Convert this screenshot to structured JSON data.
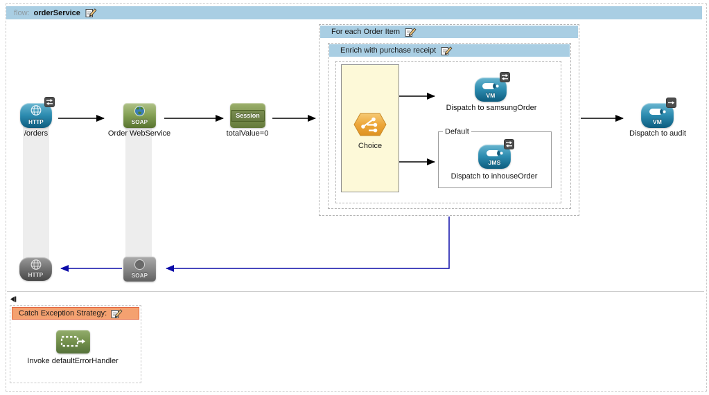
{
  "flow": {
    "keyword": "flow:",
    "name": "orderService"
  },
  "containers": {
    "foreach": {
      "title": "For each Order Item"
    },
    "enrich": {
      "title": "Enrich with purchase receipt"
    },
    "default_group": {
      "title": "Default"
    },
    "catch": {
      "title": "Catch Exception Strategy:"
    }
  },
  "nodes": {
    "http_in": {
      "icon": "HTTP",
      "label": "/orders"
    },
    "soap_ws": {
      "icon": "SOAP",
      "label": "Order WebService"
    },
    "session": {
      "icon": "Session",
      "label": "totalValue=0"
    },
    "choice": {
      "label": "Choice"
    },
    "vm_samsung": {
      "icon": "VM",
      "label": "Dispatch to samsungOrder"
    },
    "jms_inhouse": {
      "icon": "JMS",
      "label": "Dispatch to inhouseOrder"
    },
    "vm_audit": {
      "icon": "VM",
      "label": "Dispatch to audit"
    },
    "http_response": {
      "icon": "HTTP"
    },
    "soap_response": {
      "icon": "SOAP"
    },
    "invoke": {
      "label": "Invoke defaultErrorHandler"
    }
  },
  "icons": {
    "edit": "edit-pencil-on-document",
    "two_way_badge": "bidirectional-exchange-arrows",
    "one_way_badge": "one-way-right-arrow",
    "collapse": "collapse-exception-pane-arrow",
    "http": "wireframe-globe",
    "soap": "earth-globe",
    "vm_jms": "message-queue-cylinder",
    "choice": "branching-paths-hexagon",
    "invoke": "flow-reference-dashed-box-arrow"
  },
  "colors": {
    "header_blue": "#a9cee3",
    "exception_orange": "#f4a170",
    "exception_border": "#e2653c",
    "connector_black": "#000000",
    "connector_return_blue": "#0b0ba8",
    "choice_fill": "#fdf9d8",
    "endpoint_teal": "#2d8cb0",
    "endpoint_green": "#84a055",
    "track_gray": "#ededed"
  }
}
